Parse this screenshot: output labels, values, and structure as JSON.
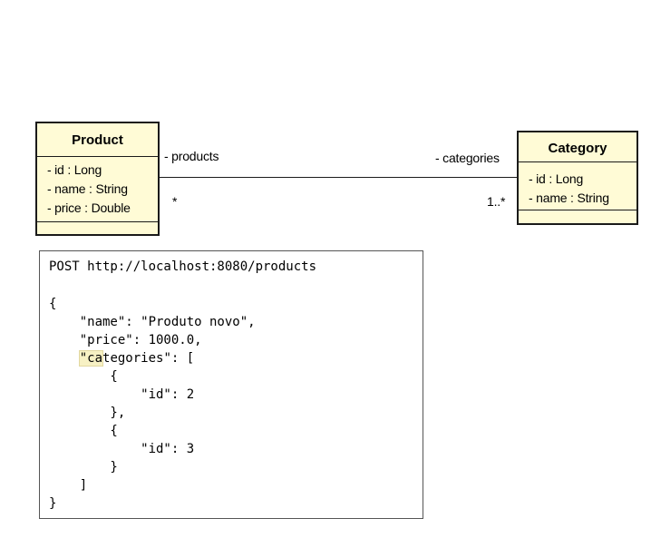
{
  "diagram": {
    "classes": [
      {
        "name": "Product",
        "attributes": [
          "- id : Long",
          "- name : String",
          "- price : Double"
        ]
      },
      {
        "name": "Category",
        "attributes": [
          "- id : Long",
          "- name : String"
        ]
      }
    ],
    "association": {
      "role_left": "- products",
      "role_right": "- categories",
      "multiplicity_left": "*",
      "multiplicity_right": "1..*"
    }
  },
  "request": {
    "lines": [
      "POST http://localhost:8080/products",
      "",
      "{",
      "    \"name\": \"Produto novo\",",
      "    \"price\": 1000.0,",
      "    \"categories\": [",
      "        {",
      "            \"id\": 2",
      "        },",
      "        {",
      "            \"id\": 3",
      "        }",
      "    ]",
      "}"
    ],
    "highlighted_text": "\"ca"
  },
  "colors": {
    "class_fill": "#fffbd6",
    "highlight": "#f7f1c4"
  }
}
